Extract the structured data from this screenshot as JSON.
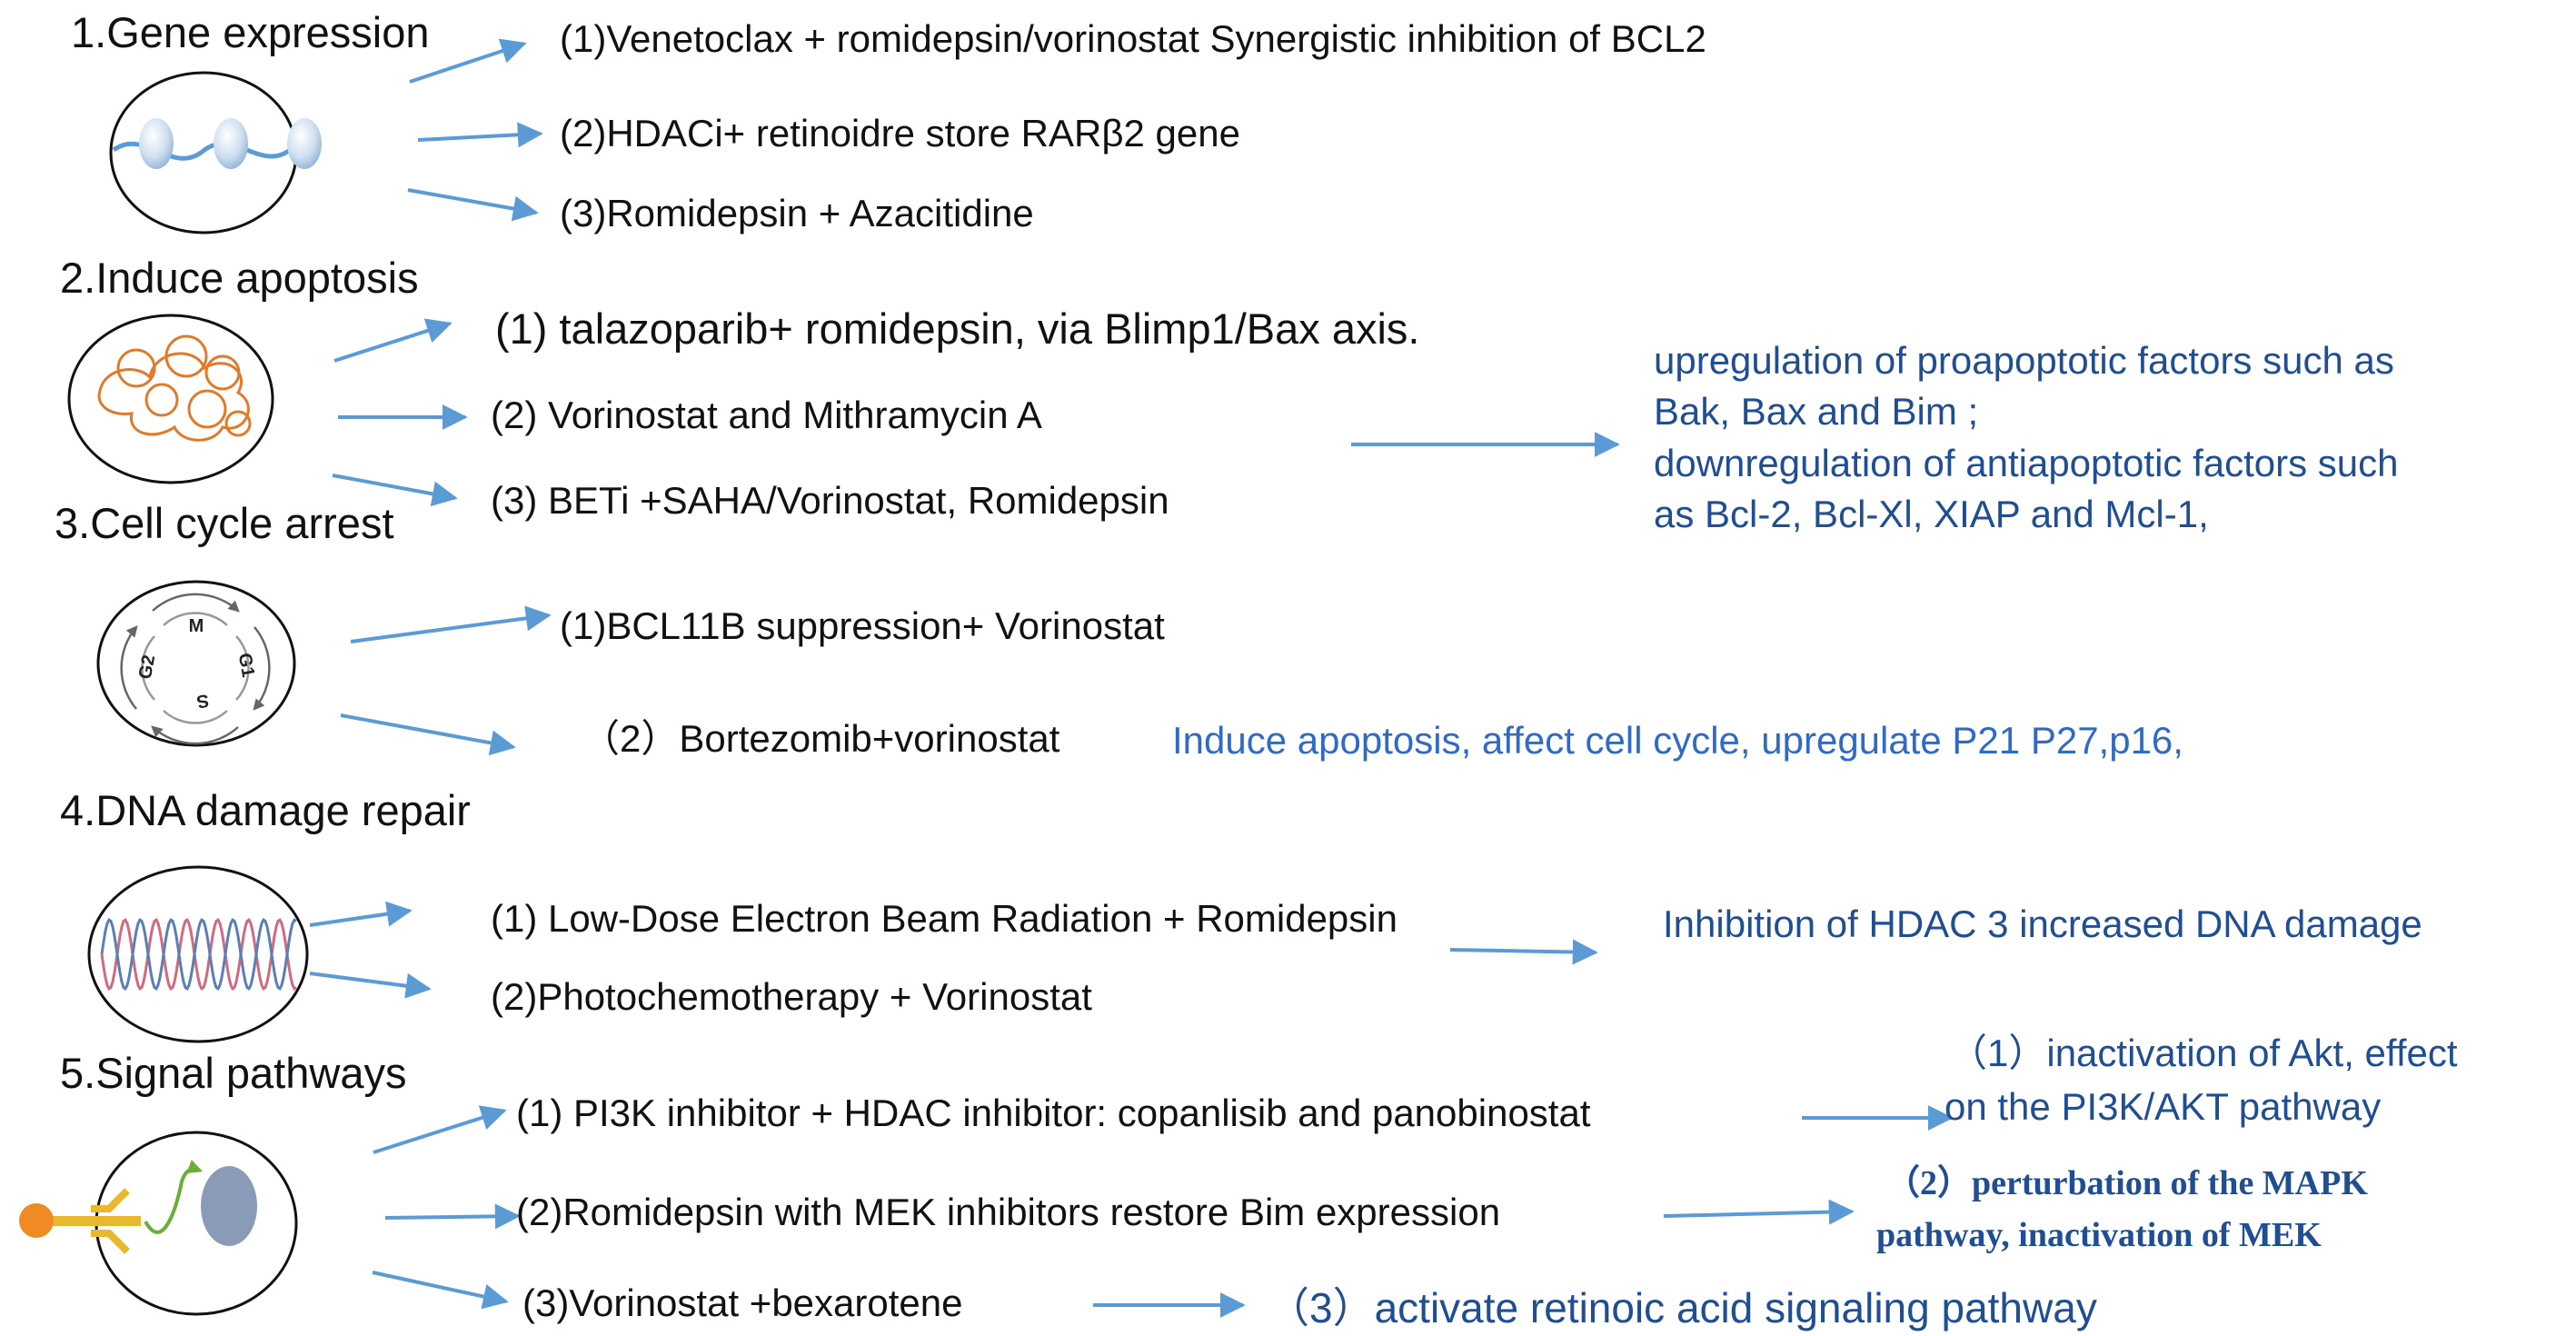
{
  "sections": [
    {
      "title": "1.Gene  expression",
      "items": [
        "(1)Venetoclax + romidepsin/vorinostat Synergistic inhibition of BCL2",
        "(2)HDACi+  retinoidre store RARβ2 gene",
        "(3)Romidepsin + Azacitidine"
      ]
    },
    {
      "title": "2.Induce apoptosis",
      "items": [
        "(1) talazoparib+ romidepsin, via Blimp1/Bax axis.",
        "(2) Vorinostat and Mithramycin A",
        "(3)  BETi +SAHA/Vorinostat, Romidepsin"
      ],
      "result": [
        "upregulation  of  proapoptotic  factors  such  as",
        "Bak, Bax and Bim ;",
        "downregulation of antiapoptotic factors such",
        "as Bcl-2, Bcl-Xl, XIAP and Mcl-1,"
      ]
    },
    {
      "title": "3.Cell cycle arrest",
      "items": [
        "(1)BCL11B suppression+ Vorinostat",
        "（2）Bortezomib+vorinostat"
      ],
      "result": "Induce apoptosis, affect cell cycle, upregulate P21 P27,p16,",
      "cycle_labels": [
        "M",
        "G1",
        "S",
        "G2"
      ]
    },
    {
      "title": "4.DNA damage repair",
      "items": [
        "(1)  Low-Dose Electron Beam Radiation + Romidepsin",
        "(2)Photochemotherapy + Vorinostat"
      ],
      "result": "Inhibition of HDAC 3 increased DNA damage"
    },
    {
      "title": "5.Signal pathways",
      "items": [
        "(1) PI3K inhibitor  + HDAC inhibitor: copanlisib and panobinostat",
        "(2)Romidepsin with MEK inhibitors restore Bim expression",
        "(3)Vorinostat +bexarotene"
      ],
      "results": [
        [
          "（1）inactivation of Akt,  effect",
          "on the PI3K/AKT pathway"
        ],
        [
          "（2）perturbation  of the MAPK",
          "pathway, inactivation of MEK"
        ],
        [
          "（3）activate retinoic acid signaling pathway"
        ]
      ]
    }
  ],
  "colors": {
    "arrow": "#5b9bd5",
    "result_dark": "#1f4e92",
    "result_light": "#2f6bc4",
    "apoptosis_cell": "#e07b2c",
    "dna_strand_red": "#d06a80",
    "dna_strand_blue": "#5a7fb5",
    "receptor": "#e8b830",
    "ligand": "#f08a24",
    "nucleus": "#8a9bb8",
    "signal_arrow": "#6aae3a"
  }
}
